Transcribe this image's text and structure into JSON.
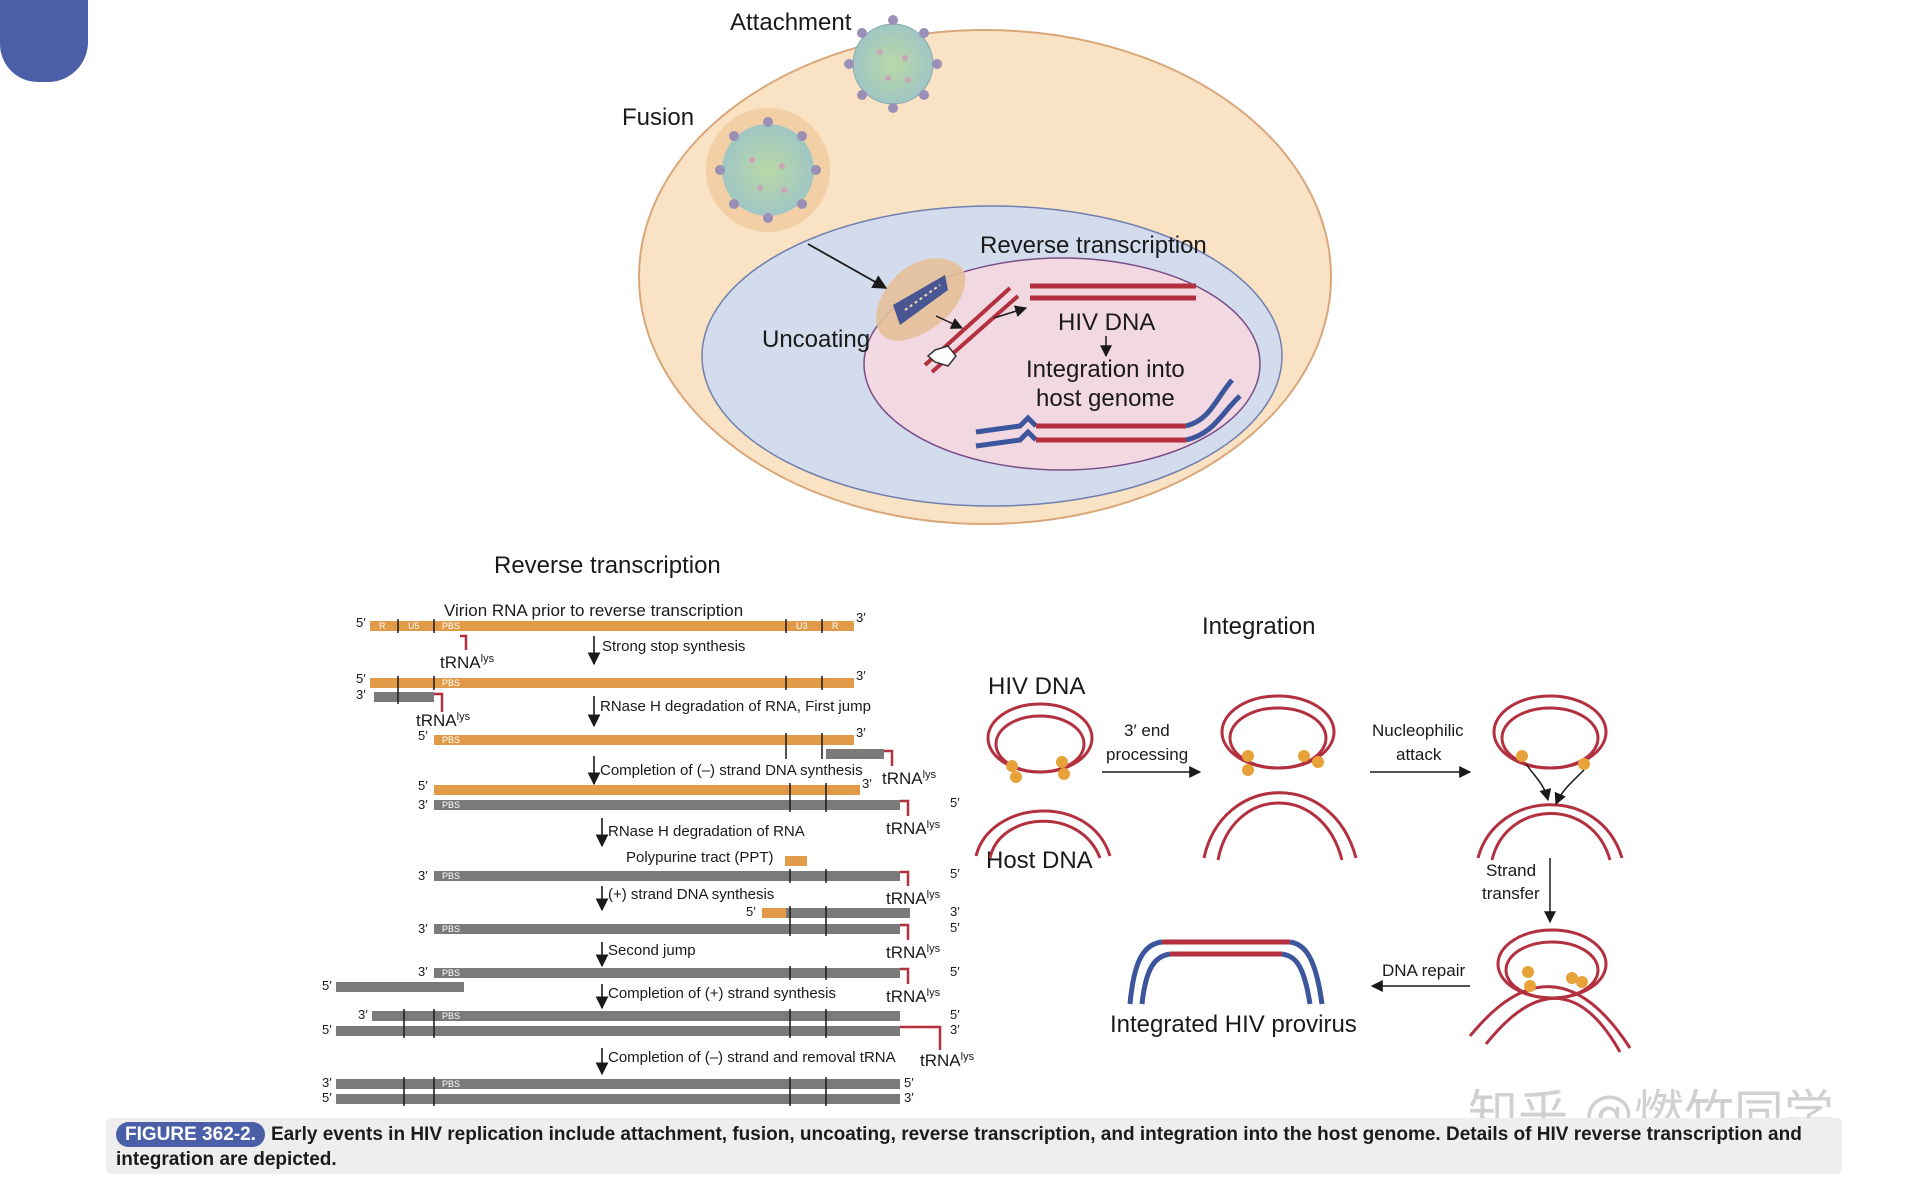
{
  "cell_diagram": {
    "attachment": "Attachment",
    "fusion": "Fusion",
    "uncoating": "Uncoating",
    "reverse_transcription": "Reverse transcription",
    "hiv_dna": "HIV DNA",
    "integration_line1": "Integration into",
    "integration_line2": "host genome"
  },
  "rt_panel": {
    "title": "Reverse transcription",
    "steps": [
      "Virion RNA prior to reverse transcription",
      "Strong stop synthesis",
      "RNase H degradation of RNA, First jump",
      "Completion of (–) strand DNA synthesis",
      "RNase H degradation of RNA",
      "Polypurine tract (PPT)",
      "(+) strand DNA synthesis",
      "Second jump",
      "Completion of (+) strand synthesis",
      "Completion of (–) strand and removal tRNA"
    ],
    "trna_label": "tRNA",
    "trna_sup": "lys",
    "prime5": "5′",
    "prime3": "3′",
    "seg_r": "R",
    "seg_u5": "U5",
    "seg_u3": "U3",
    "seg_pbs": "PBS"
  },
  "integration_panel": {
    "title": "Integration",
    "hiv_dna": "HIV DNA",
    "host_dna": "Host DNA",
    "end_processing_1": "3′ end",
    "end_processing_2": "processing",
    "nucleophilic_1": "Nucleophilic",
    "nucleophilic_2": "attack",
    "strand_1": "Strand",
    "strand_2": "transfer",
    "dna_repair": "DNA repair",
    "provirus": "Integrated HIV provirus"
  },
  "caption": {
    "tag": "FIGURE 362-2.",
    "text": "Early events in HIV replication include attachment, fusion, uncoating, reverse transcription, and integration into the host genome. Details of HIV reverse transcription and integration are depicted."
  },
  "watermark": "知乎 @燃竹同学",
  "colors": {
    "cell_outer": "#fae3c4",
    "cytoplasm_blue": "#d3dcec",
    "nucleus_pink": "#f2d8e0",
    "rna_orange": "#e19a48",
    "dna_gray": "#7a7a7a",
    "dna_red": "#b3303f",
    "host_blue": "#3c559c",
    "accent": "#4b5ea8"
  }
}
